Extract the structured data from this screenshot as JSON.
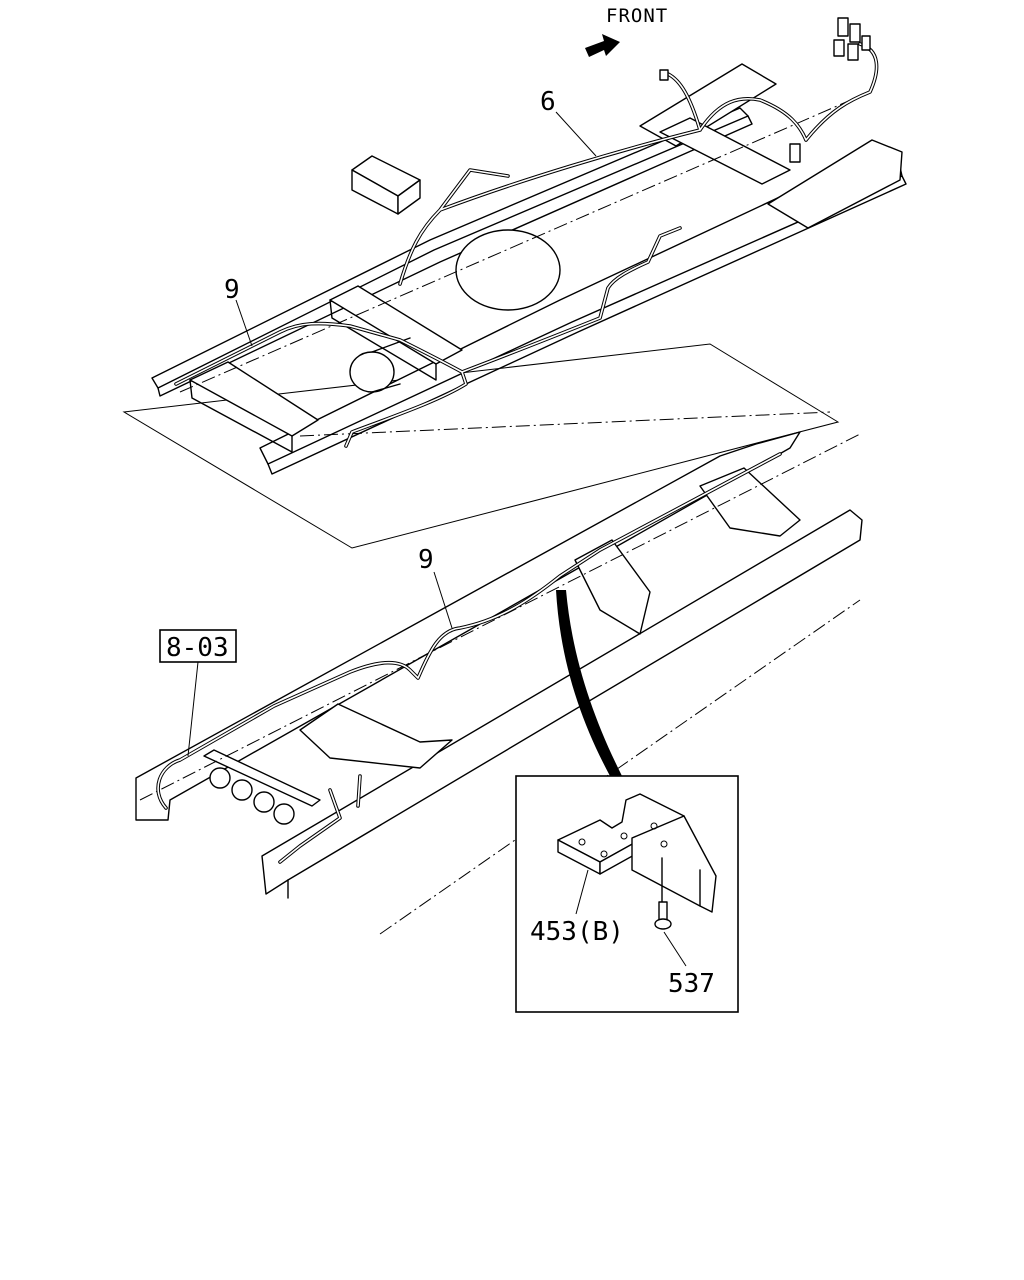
{
  "direction_label": "FRONT",
  "callouts": {
    "harness_main": "6",
    "harness_upper": "9",
    "harness_lower": "9",
    "ref_box": "8-03",
    "bracket": "453(B)",
    "bolt": "537"
  }
}
